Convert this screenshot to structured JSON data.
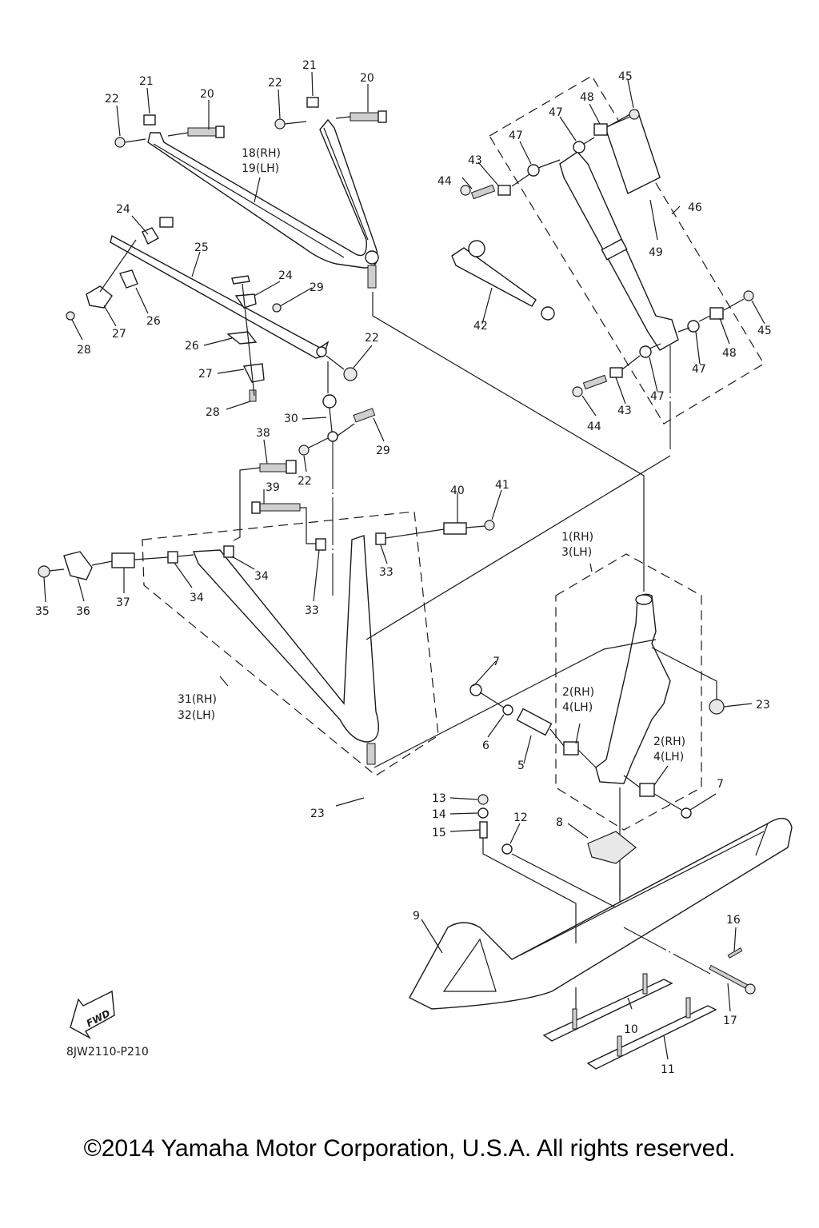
{
  "diagram": {
    "title": "Front suspension & ski exploded parts diagram",
    "drawing_code": "8JW2110-P210",
    "fwd_indicator": "FWD",
    "copyright": "©2014 Yamaha Motor Corporation, U.S.A. All rights reserved.",
    "callouts": {
      "c1": "1(RH)",
      "c1b": "3(LH)",
      "c2a": "2(RH)",
      "c2ab": "4(LH)",
      "c2b": "2(RH)",
      "c2bb": "4(LH)",
      "c5": "5",
      "c6": "6",
      "c7a": "7",
      "c7b": "7",
      "c8": "8",
      "c9": "9",
      "c10": "10",
      "c11": "11",
      "c12": "12",
      "c13": "13",
      "c14": "14",
      "c15": "15",
      "c16": "16",
      "c17": "17",
      "c18": "18(RH)",
      "c19": "19(LH)",
      "c20a": "20",
      "c20b": "20",
      "c21a": "21",
      "c21b": "21",
      "c22a": "22",
      "c22b": "22",
      "c22c": "22",
      "c22d": "22",
      "c23a": "23",
      "c23b": "23",
      "c24a": "24",
      "c24b": "24",
      "c25": "25",
      "c26a": "26",
      "c26b": "26",
      "c27a": "27",
      "c27b": "27",
      "c28a": "28",
      "c28b": "28",
      "c29a": "29",
      "c29b": "29",
      "c30": "30",
      "c31": "31(RH)",
      "c32": "32(LH)",
      "c33a": "33",
      "c33b": "33",
      "c34a": "34",
      "c34b": "34",
      "c35": "35",
      "c36": "36",
      "c37": "37",
      "c38": "38",
      "c39": "39",
      "c40": "40",
      "c41": "41",
      "c42": "42",
      "c43a": "43",
      "c43b": "43",
      "c44a": "44",
      "c44b": "44",
      "c45a": "45",
      "c45b": "45",
      "c46": "46",
      "c47a": "47",
      "c47b": "47",
      "c47c": "47",
      "c47d": "47",
      "c48a": "48",
      "c48b": "48",
      "c49": "49"
    }
  }
}
